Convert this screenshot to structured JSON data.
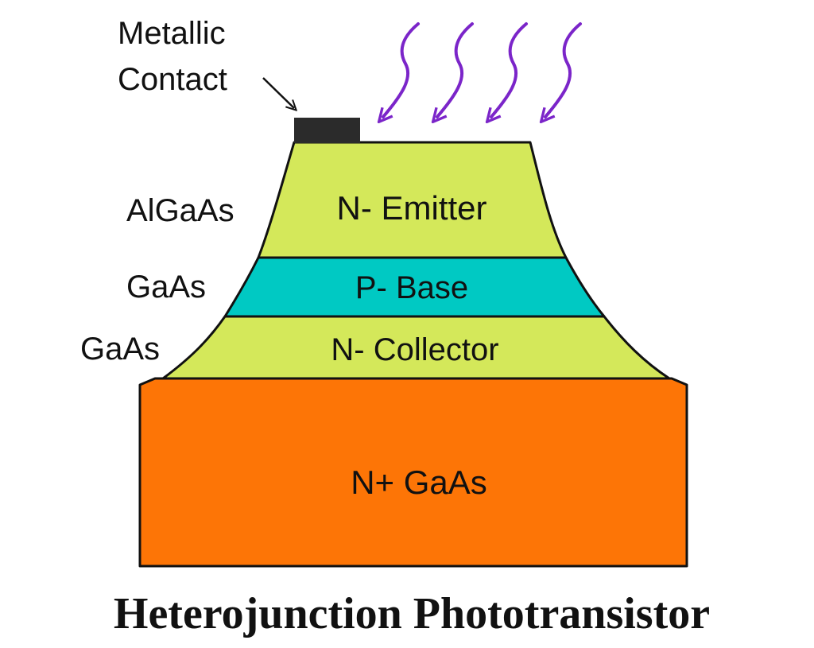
{
  "diagram": {
    "title": "Heterojunction Phototransistor",
    "contact_label": {
      "line1": "Metallic",
      "line2": "Contact"
    },
    "layers": {
      "emitter": {
        "label": "N- Emitter",
        "material": "AlGaAs",
        "color": "#d4e85a"
      },
      "base": {
        "label": "P- Base",
        "material": "GaAs",
        "color": "#00c9c3"
      },
      "collector": {
        "label": "N- Collector",
        "material": "GaAs",
        "color": "#d4e85a"
      },
      "substrate": {
        "label": "N+ GaAs",
        "color": "#fd7506"
      }
    },
    "contact_color": "#2b2b2b",
    "light_color": "#7b25c9",
    "light_ray_icon": "wavy-arrow-icon"
  }
}
